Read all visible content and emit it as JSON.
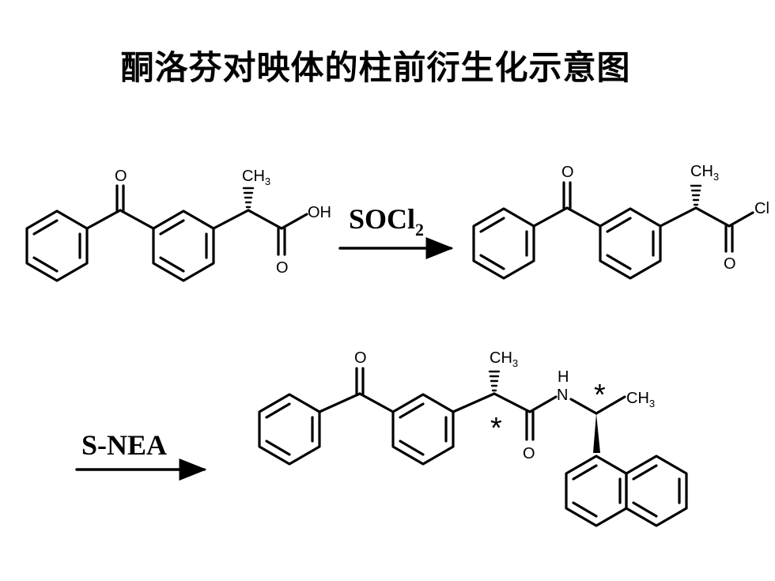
{
  "title": "酮洛芬对映体的柱前衍生化示意图",
  "reagents": {
    "step1_main": "SOCl",
    "step1_subscript": "2",
    "step2": "S-NEA"
  },
  "atoms": {
    "oxygen": "O",
    "hydroxyl": "OH",
    "chlorine": "Cl",
    "methyl_main": "CH",
    "methyl_subscript": "3",
    "nitrogen": "N",
    "hydrogen": "H"
  },
  "chiral_marker": "*",
  "colors": {
    "ink": "#000000",
    "background": "#ffffff"
  }
}
